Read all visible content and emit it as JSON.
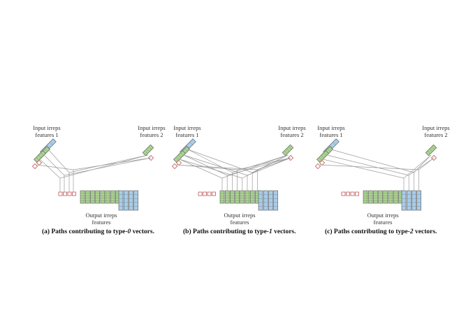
{
  "colors": {
    "green": "#a9d48f",
    "blue": "#a8cdea",
    "red_box": "#ffffff",
    "red_stroke": "#c0555a",
    "line": "#9a9a9a"
  },
  "panels": [
    {
      "in1": "Input irreps\nfeatures 1",
      "in2": "Input irreps\nfeatures 2",
      "out": "Output irreps\nfeatures",
      "cap_a": "(a) Paths contributing to type-",
      "cap_b": "0",
      "cap_c": " vectors."
    },
    {
      "in1": "Input irreps\nfeatures 1",
      "in2": "Input irreps\nfeatures 2",
      "out": "Output irreps\nfeatures",
      "cap_a": "(b) Paths contributing to type-",
      "cap_b": "1",
      "cap_c": " vectors."
    },
    {
      "in1": "Input irreps\nfeatures 1",
      "in2": "Input irreps\nfeatures 2",
      "out": "Output irreps\nfeatures",
      "cap_a": "(c) Paths contributing to type-",
      "cap_b": "2",
      "cap_c": " vectors."
    }
  ]
}
